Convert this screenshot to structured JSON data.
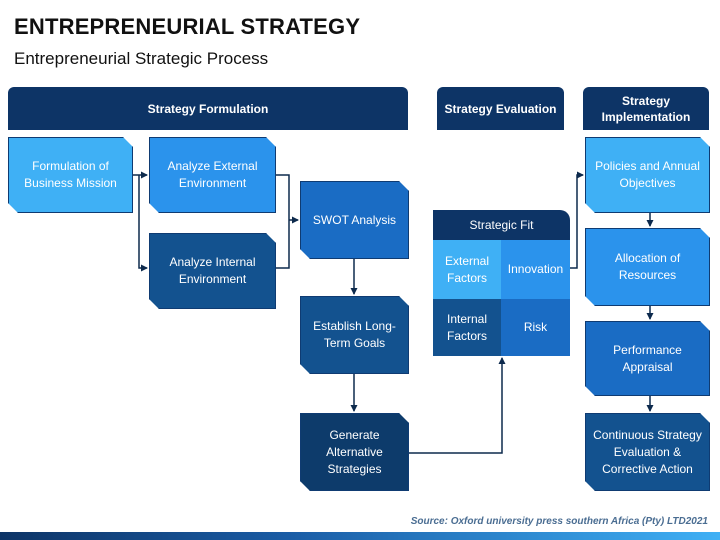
{
  "title": "ENTREPRENEURIAL STRATEGY",
  "subtitle": "Entrepreneurial Strategic Process",
  "headers": {
    "formulation": "Strategy Formulation",
    "evaluation": "Strategy Evaluation",
    "implementation": "Strategy Implementation"
  },
  "boxes": {
    "mission": "Formulation of Business Mission",
    "external_env": "Analyze External Environment",
    "internal_env": "Analyze Internal Environment",
    "swot": "SWOT Analysis",
    "long_term": "Establish Long-Term Goals",
    "alternatives": "Generate Alternative Strategies",
    "policies": "Policies and Annual Objectives",
    "allocation": "Allocation of Resources",
    "appraisal": "Performance Appraisal",
    "continuous": "Continuous Strategy Evaluation & Corrective Action"
  },
  "strategic_fit": {
    "title": "Strategic Fit",
    "external_factors": "External Factors",
    "innovation": "Innovation",
    "internal_factors": "Internal Factors",
    "risk": "Risk"
  },
  "source": "Source: Oxford university press southern Africa (Pty) LTD2021",
  "colors": {
    "header": "#0d3466",
    "light_blue": "#3fb0f5",
    "mid_blue": "#2b93ec",
    "blue": "#1a6cc4",
    "dark_blue": "#13528f",
    "navy": "#0d3b6b",
    "connector": "#0d2a4d"
  }
}
